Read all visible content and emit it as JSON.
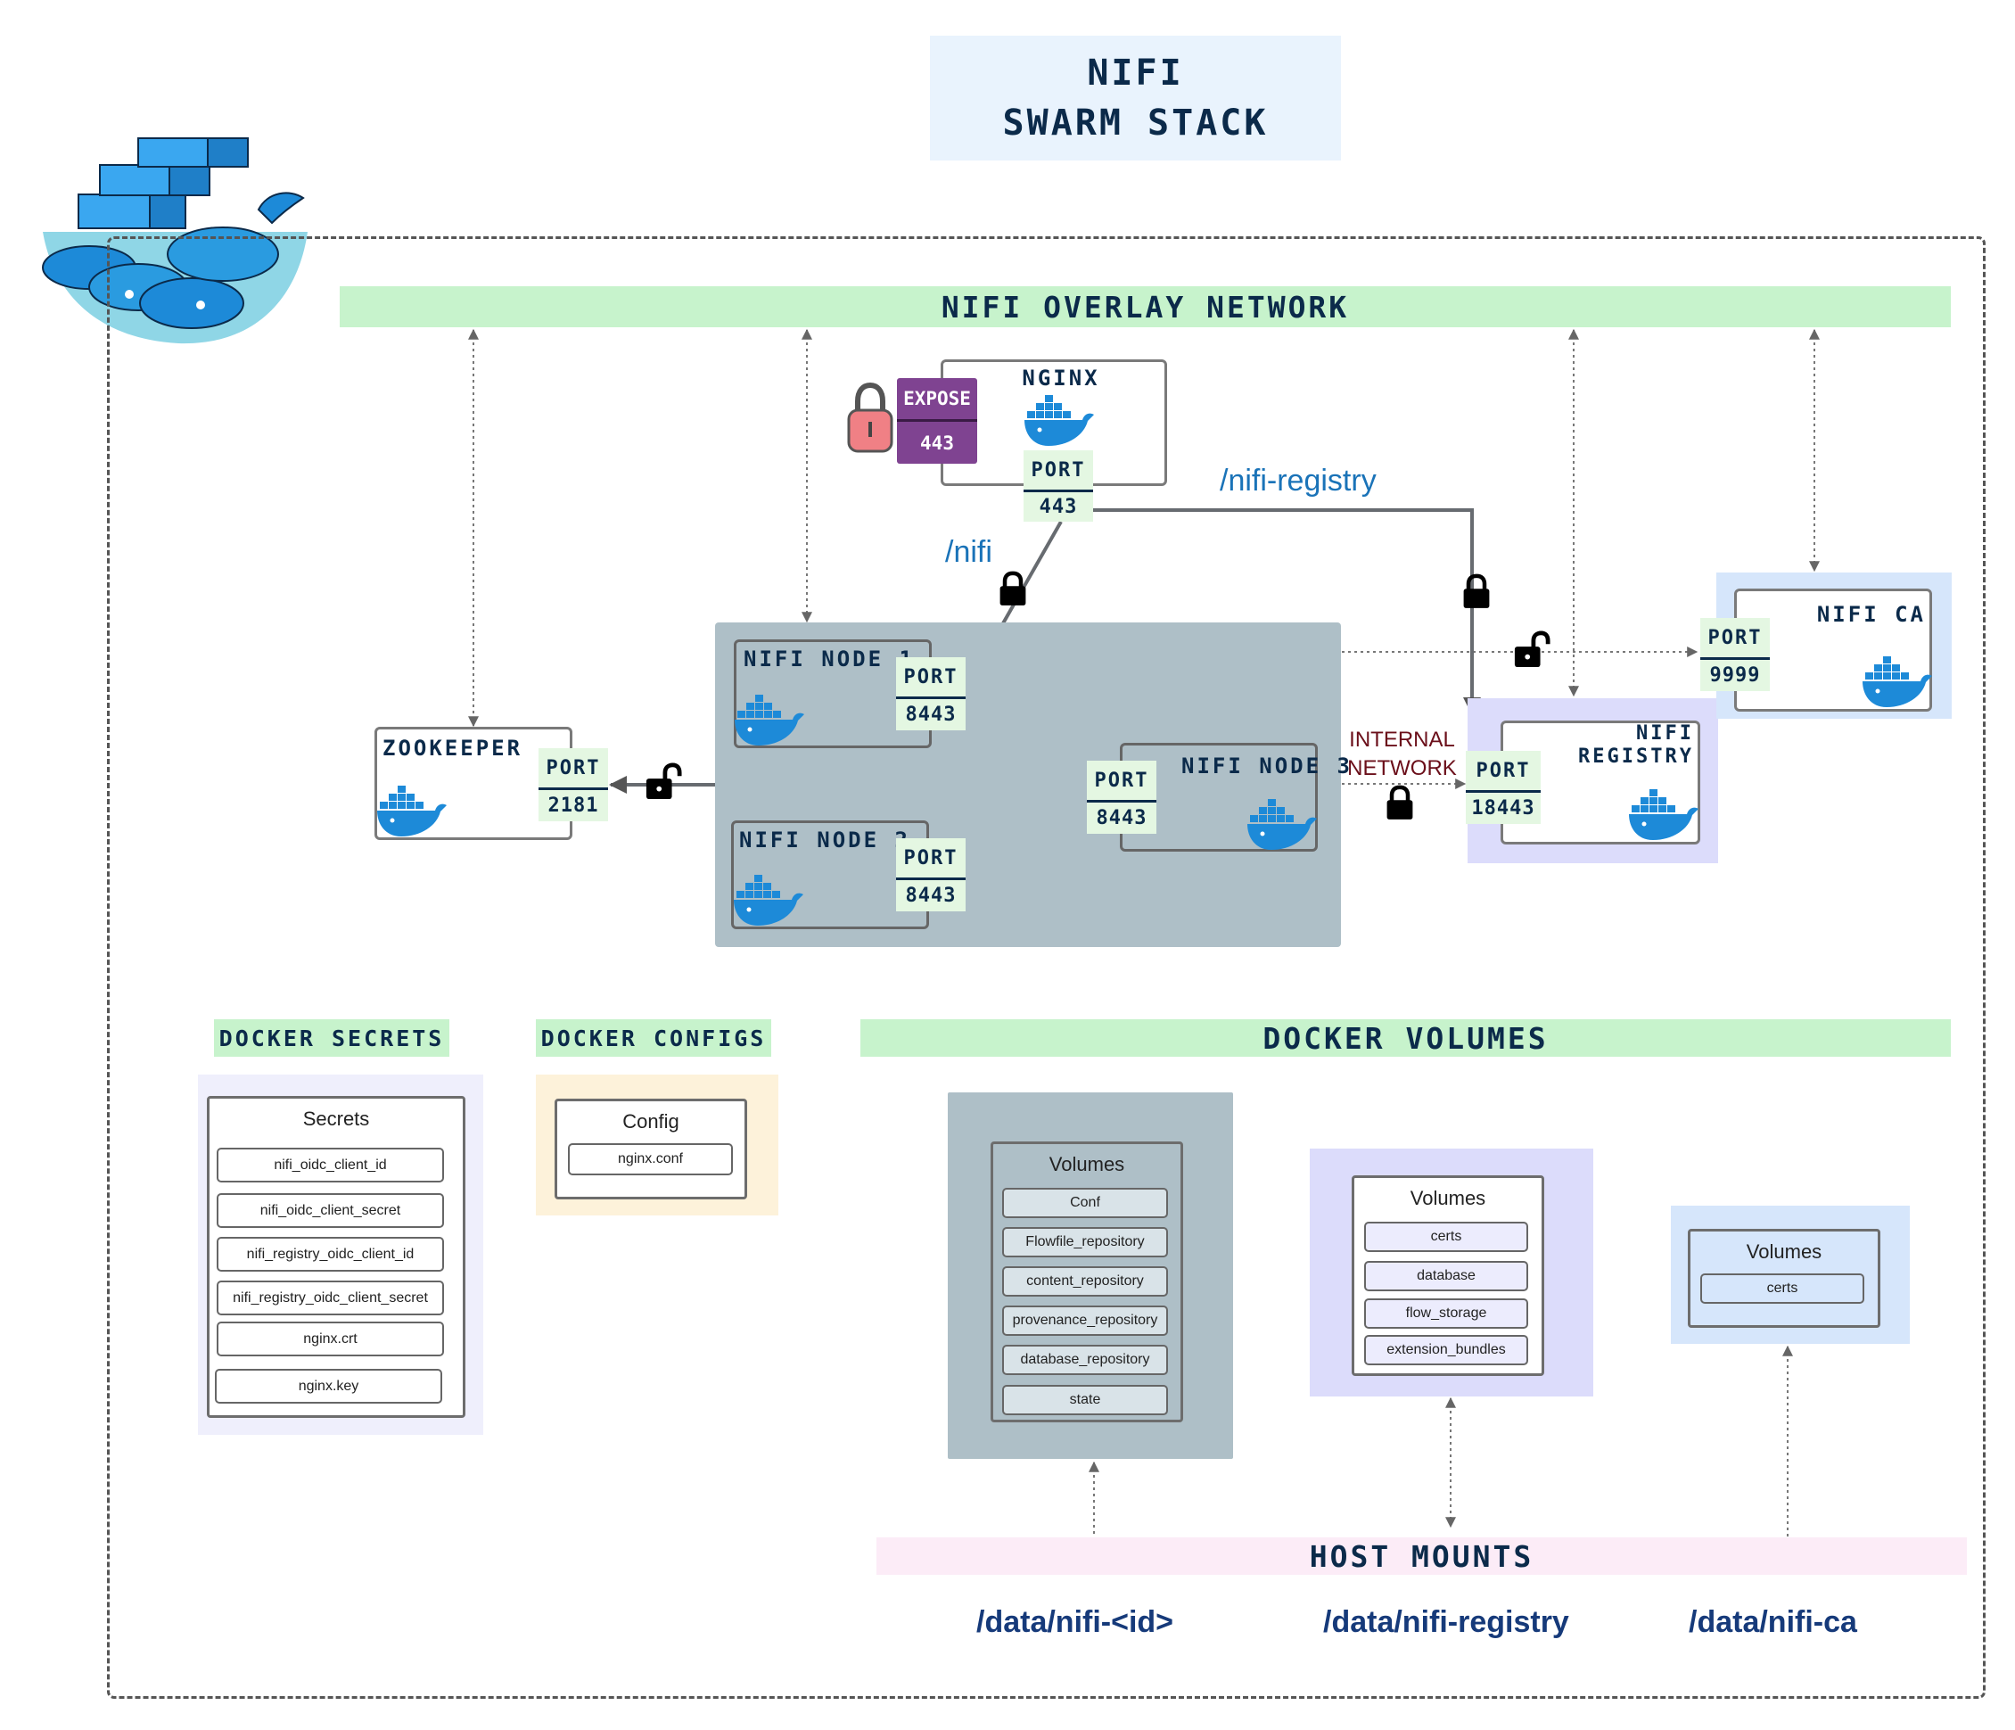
{
  "title": {
    "line1": "NIFI",
    "line2": "SWARM STACK"
  },
  "overlay_network": "NIFI OVERLAY NETWORK",
  "port_label": "PORT",
  "nginx": {
    "label": "NGINX",
    "port": "443",
    "expose_label": "EXPOSE",
    "expose_port": "443"
  },
  "routes": {
    "nifi": "/nifi",
    "nifi_registry": "/nifi-registry"
  },
  "zookeeper": {
    "label": "ZOOKEEPER",
    "port": "2181"
  },
  "nodes": [
    {
      "label": "NIFI NODE 1",
      "port": "8443"
    },
    {
      "label": "NIFI NODE 2",
      "port": "8443"
    },
    {
      "label": "NIFI NODE 3",
      "port": "8443"
    }
  ],
  "internal_network": {
    "line1": "INTERNAL",
    "line2": "NETWORK"
  },
  "registry": {
    "line1": "NIFI",
    "line2": "REGISTRY",
    "port": "18443"
  },
  "ca": {
    "label": "NIFI CA",
    "port": "9999"
  },
  "secrets": {
    "header": "DOCKER SECRETS",
    "title": "Secrets",
    "items": [
      "nifi_oidc_client_id",
      "nifi_oidc_client_secret",
      "nifi_registry_oidc_client_id",
      "nifi_registry_oidc_client_secret",
      "nginx.crt",
      "nginx.key"
    ]
  },
  "configs": {
    "header": "DOCKER CONFIGS",
    "title": "Config",
    "items": [
      "nginx.conf"
    ]
  },
  "volumes_header": "DOCKER VOLUMES",
  "volumes": [
    {
      "title": "Volumes",
      "items": [
        "Conf",
        "Flowfile_repository",
        "content_repository",
        "provenance_repository",
        "database_repository",
        "state"
      ]
    },
    {
      "title": "Volumes",
      "items": [
        "certs",
        "database",
        "flow_storage",
        "extension_bundles"
      ]
    },
    {
      "title": "Volumes",
      "items": [
        "certs"
      ]
    }
  ],
  "host_mounts": {
    "header": "HOST MOUNTS",
    "paths": [
      "/data/nifi-<id>",
      "/data/nifi-registry",
      "/data/nifi-ca"
    ]
  },
  "colors": {
    "docker_blue": "#1d8ad8",
    "overlay_green": "#c7f3cc",
    "expose_purple": "#7f4391",
    "node_gray": "#aebfc7",
    "route_blue": "#1a73b8"
  }
}
